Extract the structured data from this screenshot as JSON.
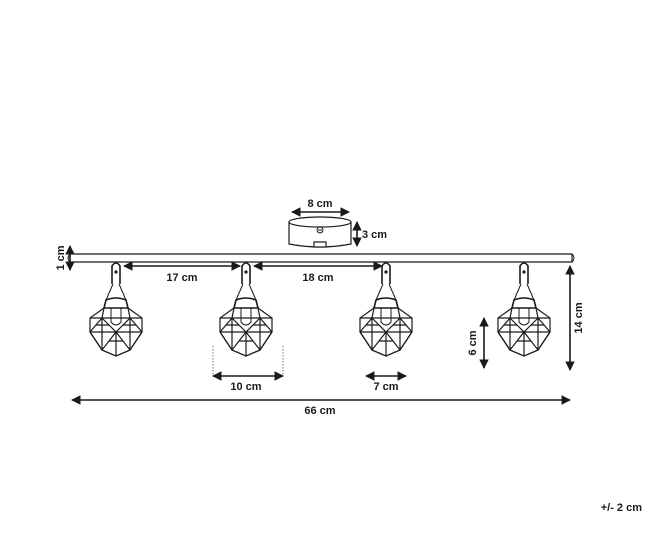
{
  "dimensions": {
    "canopy_width": "8 cm",
    "canopy_height": "3 cm",
    "rail_thickness": "1 cm",
    "spacing_left": "17 cm",
    "spacing_middle": "18 cm",
    "shade_width": "10 cm",
    "shade_inner_width": "7 cm",
    "shade_height": "6 cm",
    "total_height": "14 cm",
    "total_length": "66 cm"
  },
  "tolerance": "+/- 2 cm"
}
